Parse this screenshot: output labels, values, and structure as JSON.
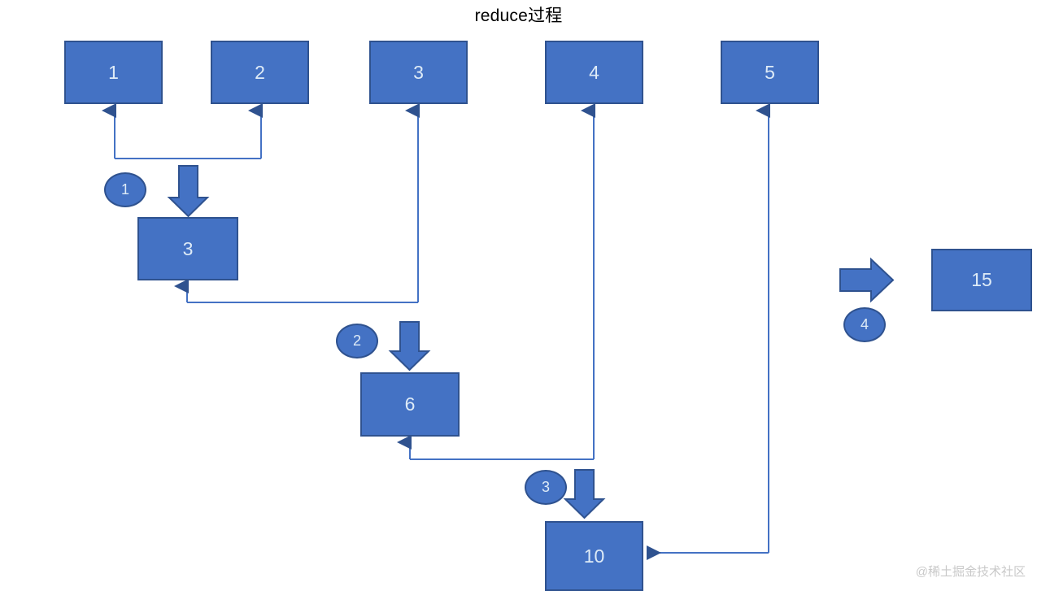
{
  "diagram": {
    "title": "reduce过程",
    "watermark": "@稀土掘金技术社区",
    "colors": {
      "node_fill": "#4472C4",
      "node_stroke": "#2F528F",
      "node_text": "#DEEBF7",
      "connector": "#4472C4",
      "connector_dark": "#2F528F",
      "title_text": "#000000",
      "watermark_text": "#C9C9C9",
      "background": "#FFFFFF"
    },
    "inputs": [
      {
        "label": "1"
      },
      {
        "label": "2"
      },
      {
        "label": "3"
      },
      {
        "label": "4"
      },
      {
        "label": "5"
      }
    ],
    "accumulators": [
      {
        "label": "3"
      },
      {
        "label": "6"
      },
      {
        "label": "10"
      }
    ],
    "result": {
      "label": "15"
    },
    "steps": [
      {
        "label": "1"
      },
      {
        "label": "2"
      },
      {
        "label": "3"
      },
      {
        "label": "4"
      }
    ]
  },
  "chart_data": {
    "type": "diagram",
    "title": "reduce过程",
    "nodes": [
      {
        "id": "in1",
        "label": "1",
        "role": "input"
      },
      {
        "id": "in2",
        "label": "2",
        "role": "input"
      },
      {
        "id": "in3",
        "label": "3",
        "role": "input"
      },
      {
        "id": "in4",
        "label": "4",
        "role": "input"
      },
      {
        "id": "in5",
        "label": "5",
        "role": "input"
      },
      {
        "id": "acc1",
        "label": "3",
        "role": "accumulator"
      },
      {
        "id": "acc2",
        "label": "6",
        "role": "accumulator"
      },
      {
        "id": "acc3",
        "label": "10",
        "role": "accumulator"
      },
      {
        "id": "result",
        "label": "15",
        "role": "result"
      }
    ],
    "steps": [
      {
        "step": "1",
        "operands": [
          "1",
          "2"
        ],
        "result": "3"
      },
      {
        "step": "2",
        "operands": [
          "3",
          "3"
        ],
        "result": "6"
      },
      {
        "step": "3",
        "operands": [
          "6",
          "4"
        ],
        "result": "10"
      },
      {
        "step": "4",
        "operands": [
          "10",
          "5"
        ],
        "result": "15"
      }
    ]
  }
}
